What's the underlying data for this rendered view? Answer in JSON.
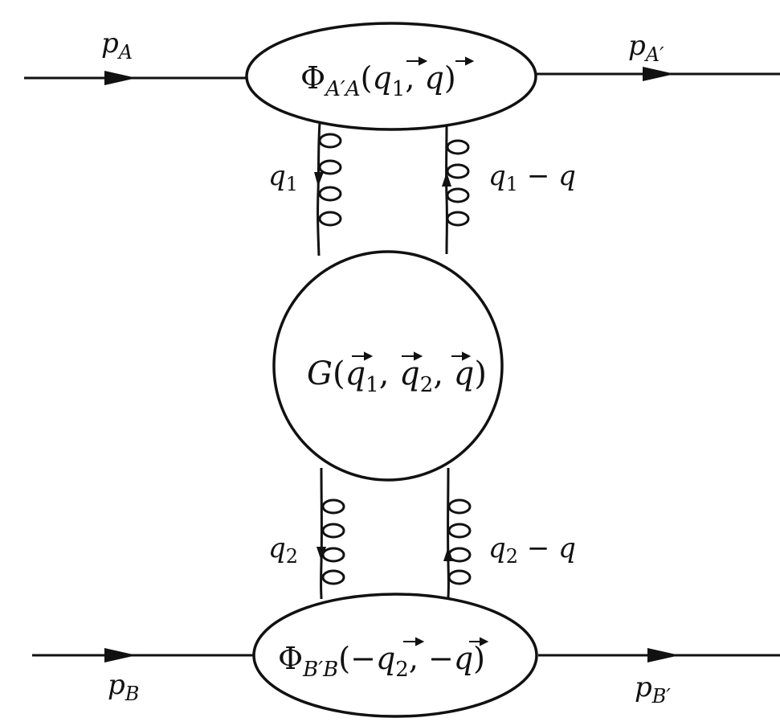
{
  "diagram": {
    "impact_factor_top": {
      "text": "Φ",
      "subscript": "A′A",
      "args": "(q⃗1, q⃗)",
      "arg1": "q",
      "arg1_sub": "1",
      "arg2": "q"
    },
    "impact_factor_bottom": {
      "text": "Φ",
      "subscript": "B′B",
      "arg1": "q",
      "arg1_sub": "2",
      "arg2": "q"
    },
    "green_function": {
      "text": "G",
      "arg1": "q",
      "arg1_sub": "1",
      "arg2": "q",
      "arg2_sub": "2",
      "arg3": "q"
    },
    "momenta": {
      "p_A": {
        "main": "p",
        "sub": "A"
      },
      "p_A_prime": {
        "main": "p",
        "sub": "A′"
      },
      "p_B": {
        "main": "p",
        "sub": "B"
      },
      "p_B_prime": {
        "main": "p",
        "sub": "B′"
      },
      "q1": {
        "main": "q",
        "sub": "1"
      },
      "q1_minus_q": {
        "main": "q",
        "sub": "1",
        "rest": " − q"
      },
      "q2": {
        "main": "q",
        "sub": "2"
      },
      "q2_minus_q": {
        "main": "q",
        "sub": "2",
        "rest": " − q"
      }
    }
  },
  "colors": {
    "ink": "#111111",
    "background": "#ffffff"
  }
}
